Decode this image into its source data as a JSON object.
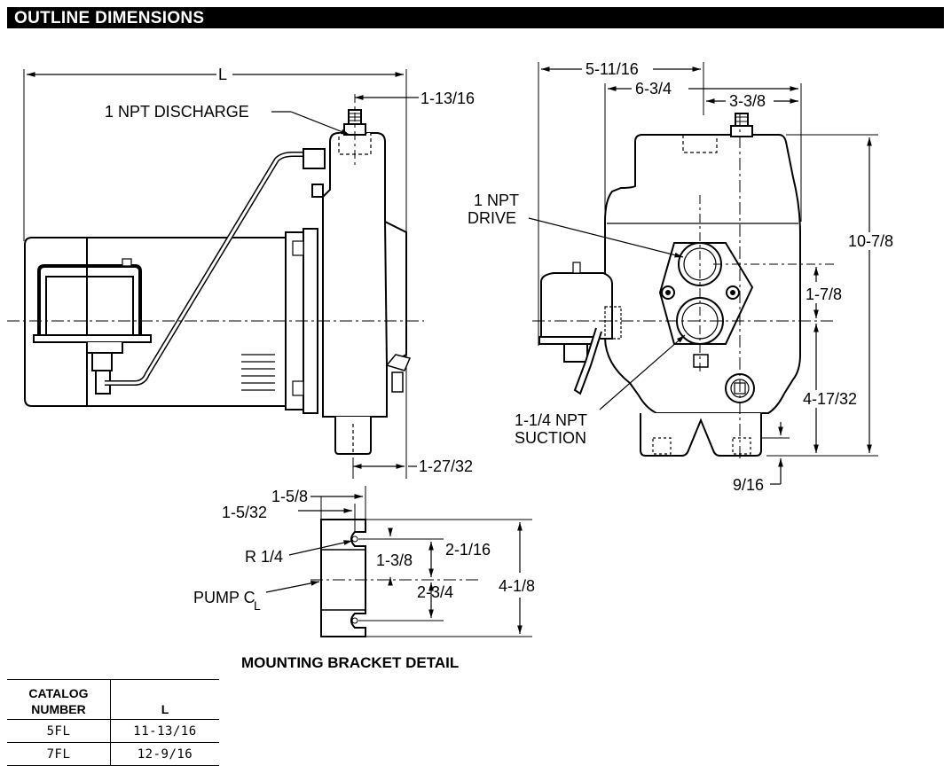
{
  "title": "OUTLINE DIMENSIONS",
  "side_view": {
    "length_label": "L",
    "discharge_label": "1 NPT DISCHARGE",
    "dim_discharge_offset": "1-13/16",
    "dim_bottom_offset": "1-27/32"
  },
  "end_view": {
    "dim_overall_width": "5-11/16",
    "dim_width_2": "6-3/4",
    "dim_width_3": "3-3/8",
    "drive_label_1": "1 NPT",
    "drive_label_2": "DRIVE",
    "dim_height": "10-7/8",
    "dim_port_spacing": "1-7/8",
    "dim_center_height": "4-17/32",
    "suction_label_1": "1-1/4 NPT",
    "suction_label_2": "SUCTION",
    "dim_foot": "9/16"
  },
  "bracket": {
    "dim_1": "1-5/8",
    "dim_2": "1-5/32",
    "radius_label": "R 1/4",
    "pump_cl_label": "PUMP C",
    "centerline_symbol": "L",
    "dim_3": "1-3/8",
    "dim_4": "2-1/16",
    "dim_5": "2-3/4",
    "dim_6": "4-1/8",
    "caption": "MOUNTING BRACKET DETAIL"
  },
  "table": {
    "header_catalog": "CATALOG NUMBER",
    "header_l": "L",
    "rows": [
      {
        "catalog": "5FL",
        "l": "11-13/16"
      },
      {
        "catalog": "7FL",
        "l": "12-9/16"
      }
    ]
  }
}
